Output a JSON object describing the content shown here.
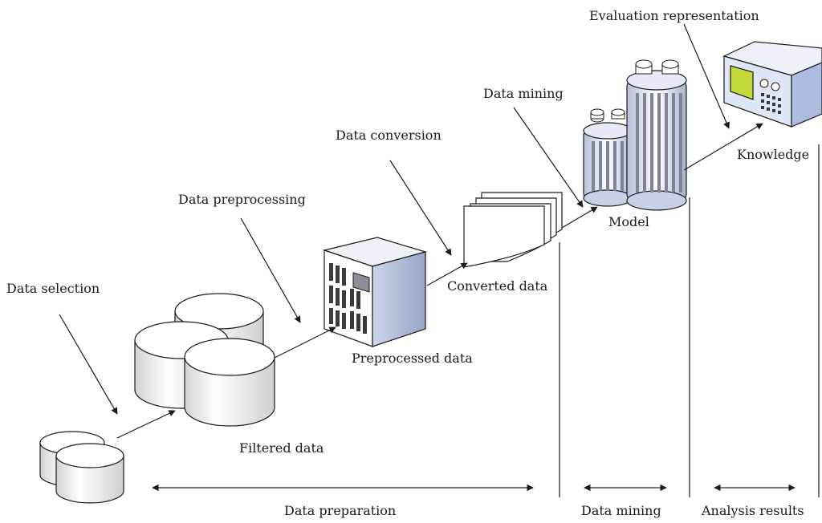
{
  "labels": {
    "data_selection": "Data selection",
    "data_preprocessing": "Data preprocessing",
    "data_conversion": "Data conversion",
    "data_mining_step": "Data mining",
    "evaluation_representation": "Evaluation representation",
    "filtered_data": "Filtered data",
    "preprocessed_data": "Preprocessed data",
    "converted_data": "Converted data",
    "model": "Model",
    "knowledge": "Knowledge"
  },
  "phases": {
    "data_preparation": "Data preparation",
    "data_mining": "Data mining",
    "analysis_results": "Analysis results"
  },
  "colors": {
    "stroke": "#1a1a1a",
    "cylinder_light": "#ffffff",
    "cylinder_shade": "#c8c8c8",
    "device_blue": "#dfe6f5",
    "device_blue_dark": "#aebbe0",
    "screen_green": "#c4d93a",
    "column_stripe": "#8f96a8"
  }
}
